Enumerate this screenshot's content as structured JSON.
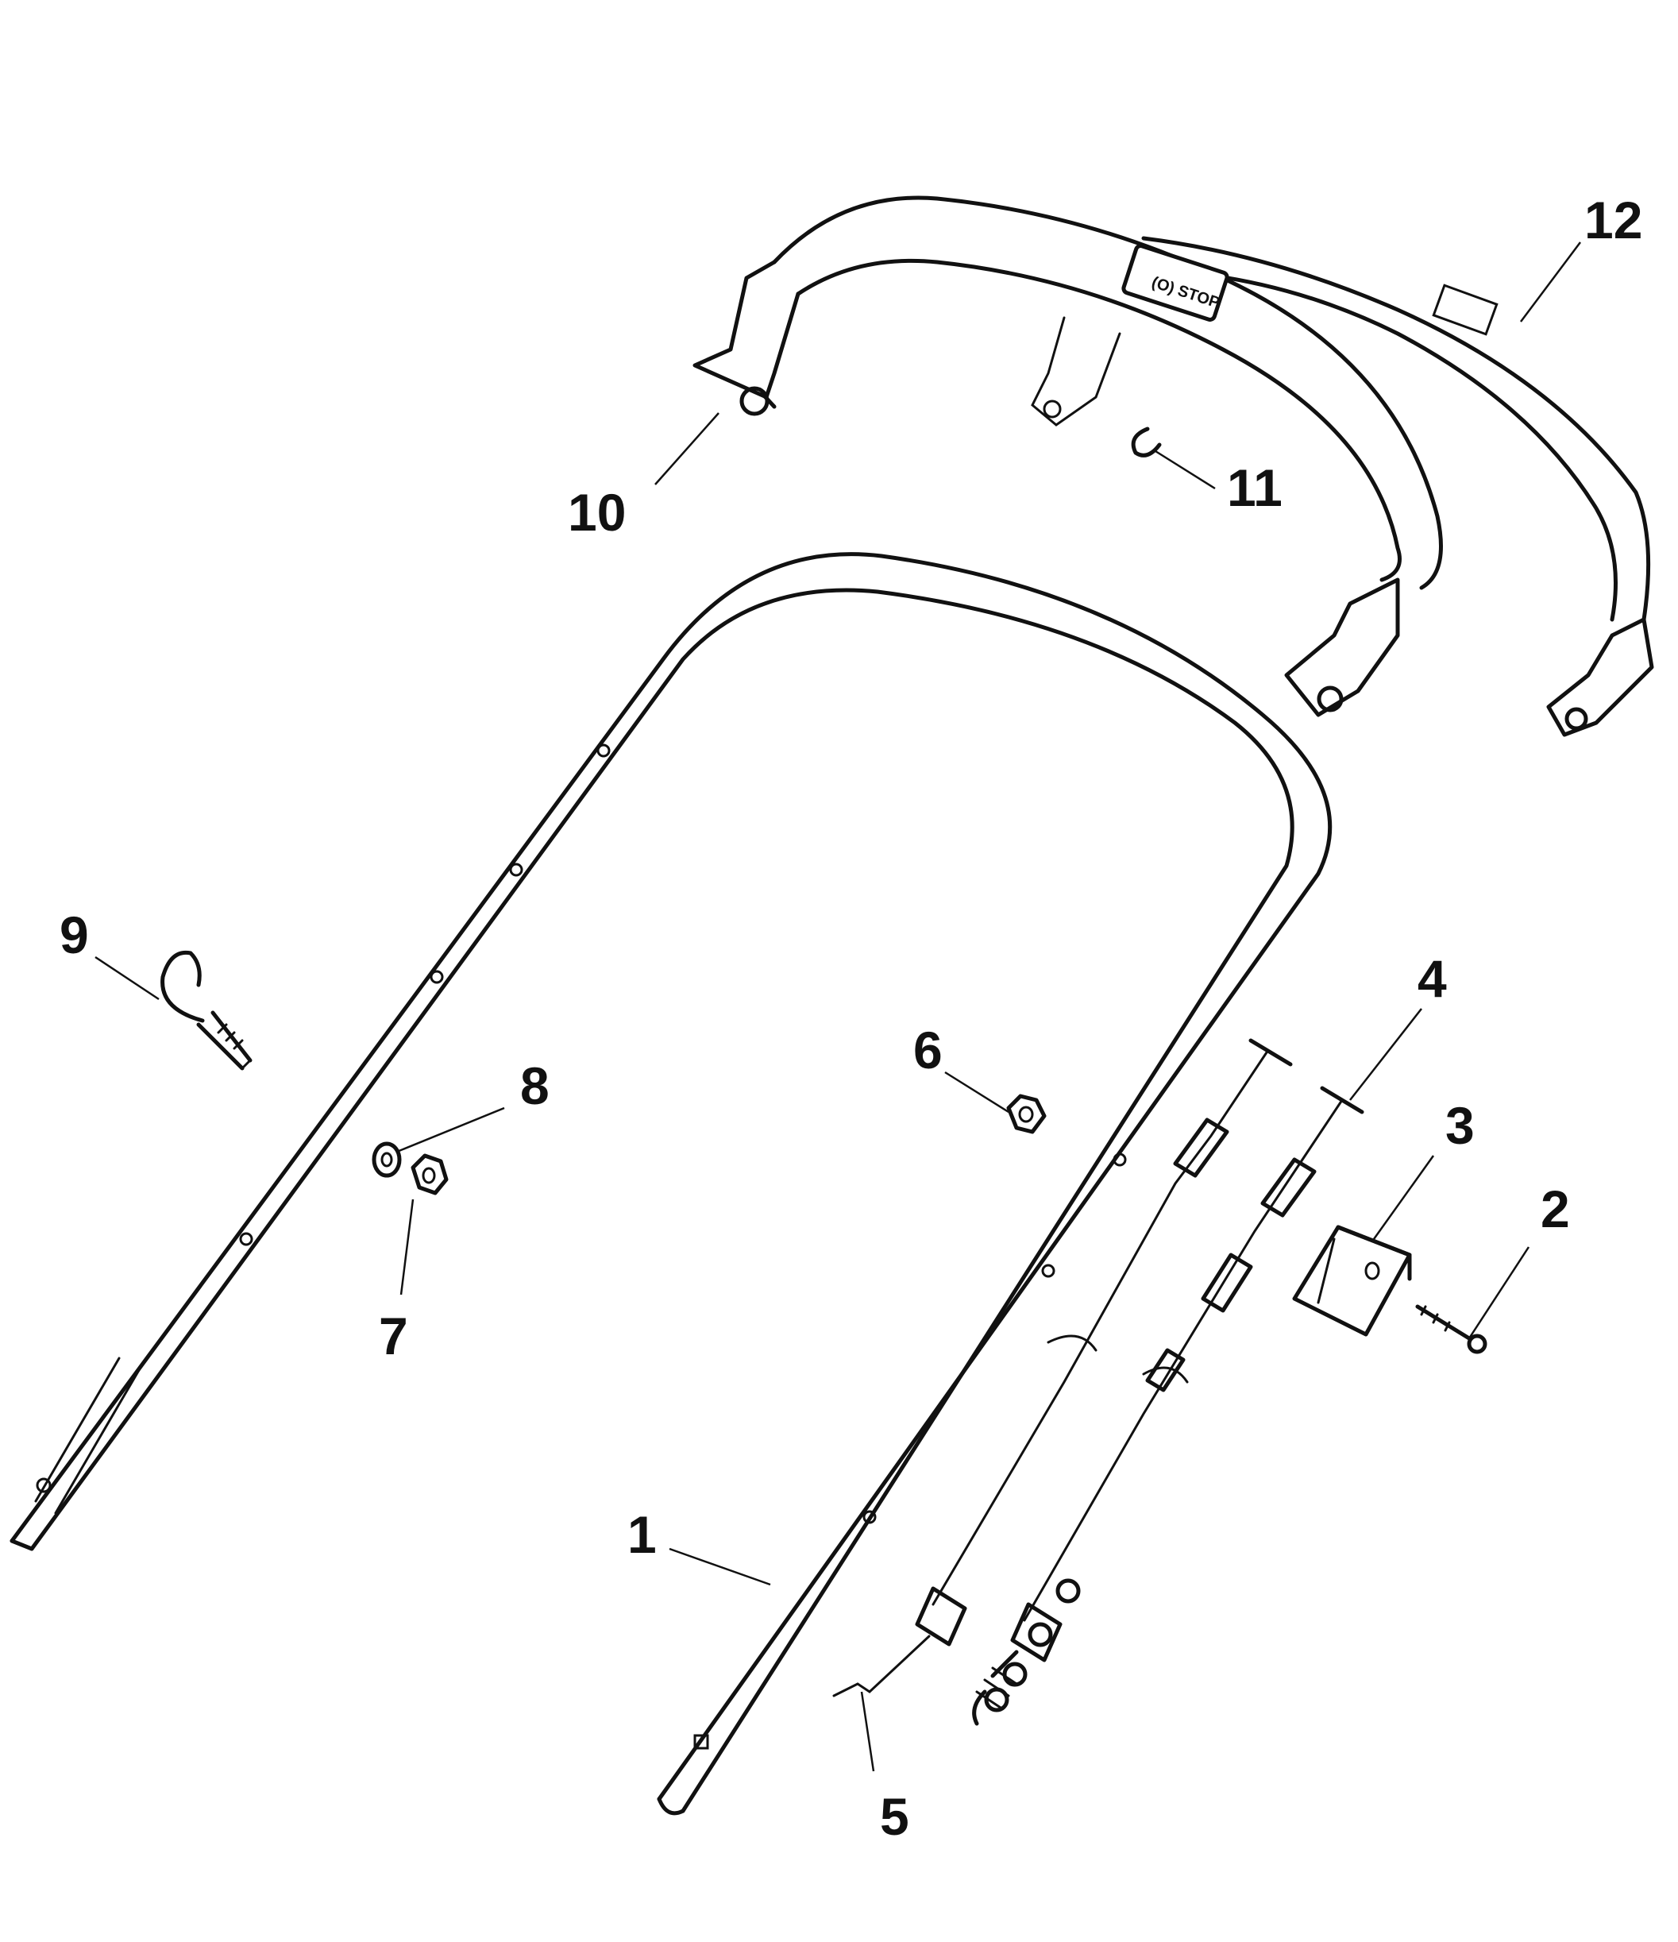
{
  "diagram": {
    "callouts": [
      {
        "id": "1",
        "label": "1"
      },
      {
        "id": "2",
        "label": "2"
      },
      {
        "id": "3",
        "label": "3"
      },
      {
        "id": "4",
        "label": "4"
      },
      {
        "id": "5",
        "label": "5"
      },
      {
        "id": "6",
        "label": "6"
      },
      {
        "id": "7",
        "label": "7"
      },
      {
        "id": "8",
        "label": "8"
      },
      {
        "id": "9",
        "label": "9"
      },
      {
        "id": "10",
        "label": "10"
      },
      {
        "id": "11",
        "label": "11"
      },
      {
        "id": "12",
        "label": "12"
      }
    ],
    "stop_switch_label": "(O) STOP"
  }
}
